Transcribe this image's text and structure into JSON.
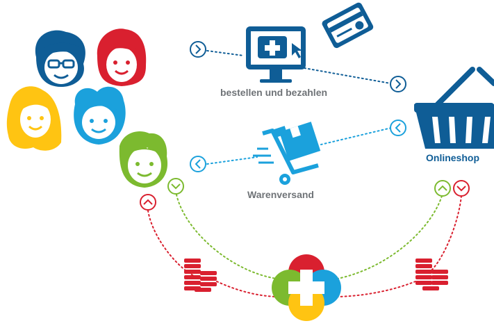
{
  "labels": {
    "order_pay": "bestellen und bezahlen",
    "shipping": "Warenversand",
    "shop": "Onlineshop"
  },
  "icons": {
    "customers": [
      "man-glasses-face-icon",
      "woman-red-face-icon",
      "woman-yellow-face-icon",
      "boy-blue-face-icon",
      "boy-green-face-icon"
    ],
    "computer": "computer-monitor-plus-icon",
    "card": "credit-card-icon",
    "shipping": "hand-truck-package-icon",
    "shop": "shopping-basket-icon",
    "coins": "coin-stack-icon",
    "hub": "four-color-cross-logo-icon"
  },
  "colors": {
    "navy": "#0f5d96",
    "blue": "#1ba1dc",
    "red": "#d9202f",
    "green": "#7cba2f",
    "yellow": "#ffc412",
    "grey_text": "#6f7377"
  }
}
